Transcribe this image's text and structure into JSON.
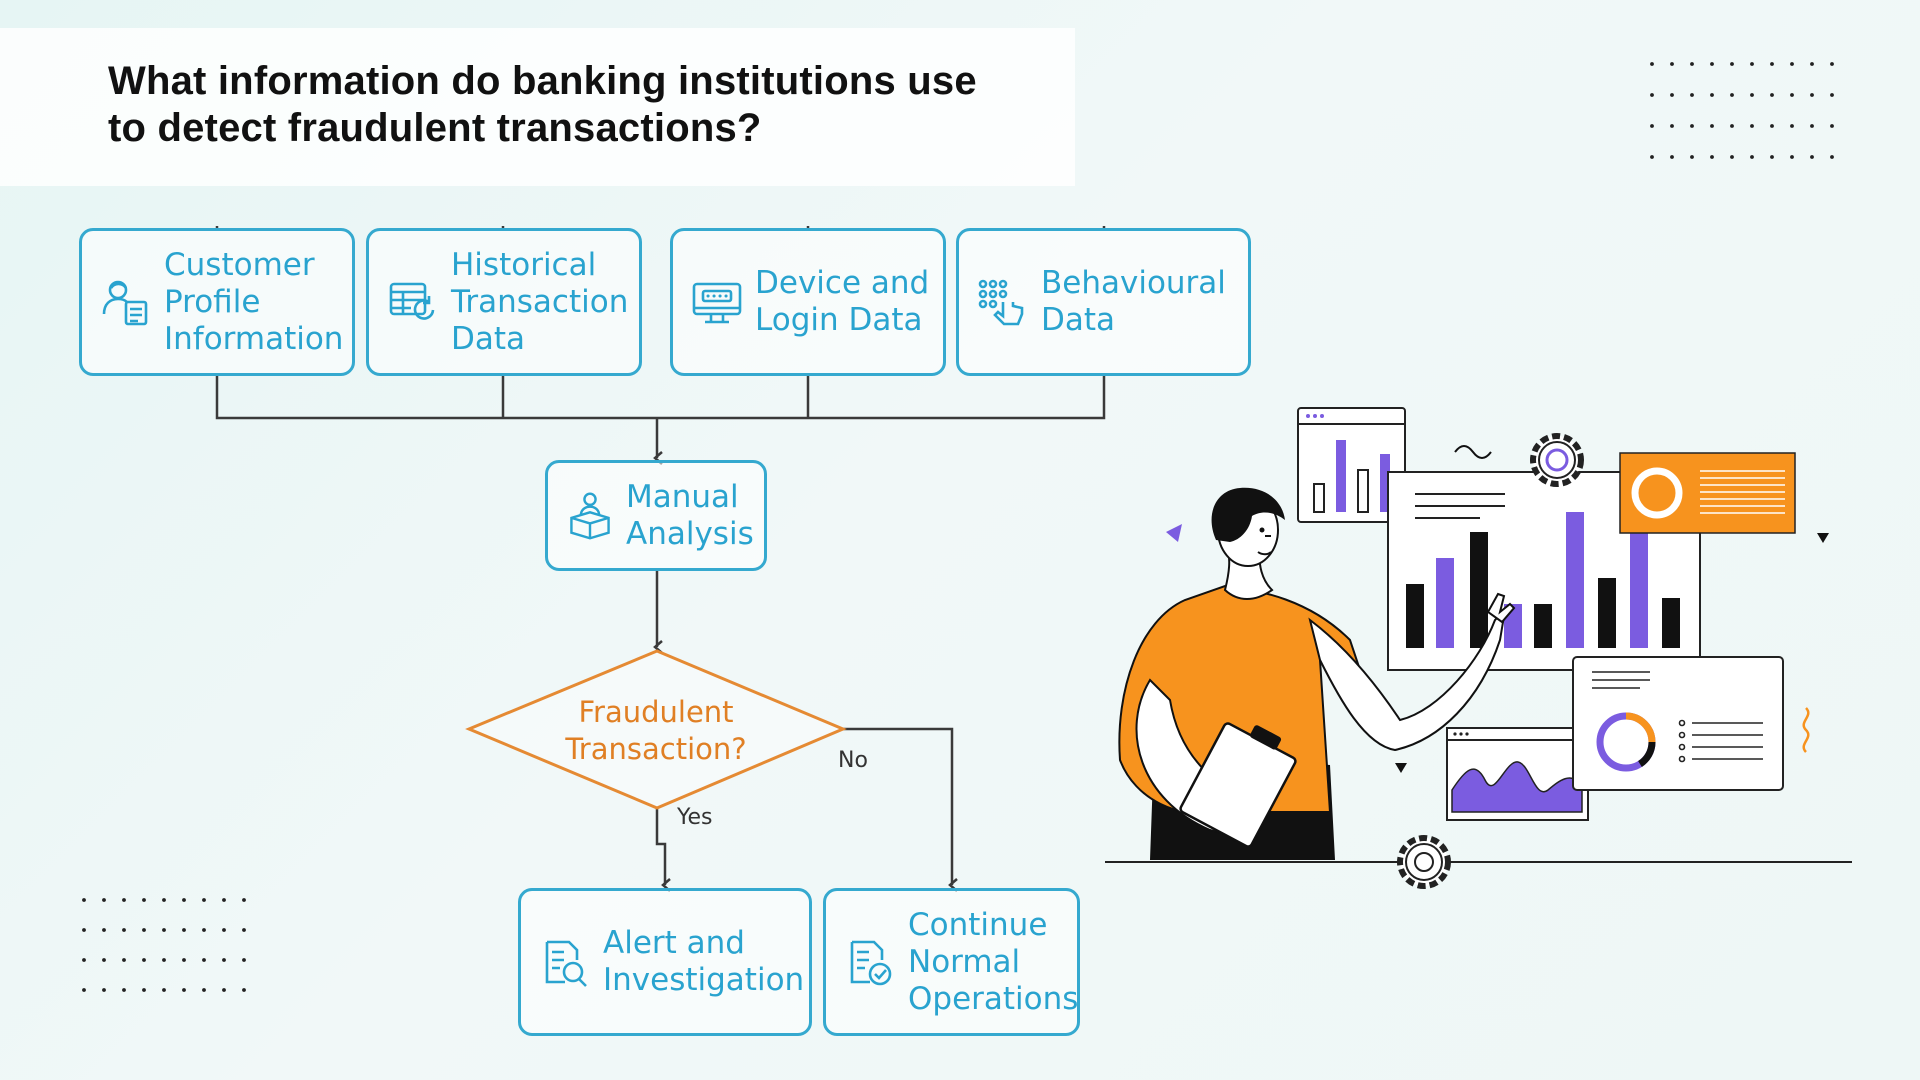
{
  "title": "What information do banking institutions use to detect fraudulent transactions?",
  "inputs": [
    {
      "label": "Customer\nProfile\nInformation",
      "icon": "customer-profile-icon"
    },
    {
      "label": "Historical\nTransaction\nData",
      "icon": "transaction-history-icon"
    },
    {
      "label": "Device and\nLogin Data",
      "icon": "device-login-icon"
    },
    {
      "label": "Behavioural\nData",
      "icon": "behaviour-touch-icon"
    }
  ],
  "analysis": {
    "label": "Manual\nAnalysis",
    "icon": "analysis-box-icon"
  },
  "decision": {
    "label": "Fraudulent\nTransaction?"
  },
  "branches": {
    "yes": "Yes",
    "no": "No"
  },
  "outcomes": [
    {
      "label": "Alert and\nInvestigation",
      "icon": "investigation-search-icon"
    },
    {
      "label": "Continue\nNormal\nOperations",
      "icon": "approved-document-icon"
    }
  ],
  "colors": {
    "node_border": "#35a9cf",
    "node_text": "#29a3cf",
    "decision": "#e07f24",
    "accent_orange": "#f7931e",
    "accent_purple": "#7b5ce0"
  }
}
